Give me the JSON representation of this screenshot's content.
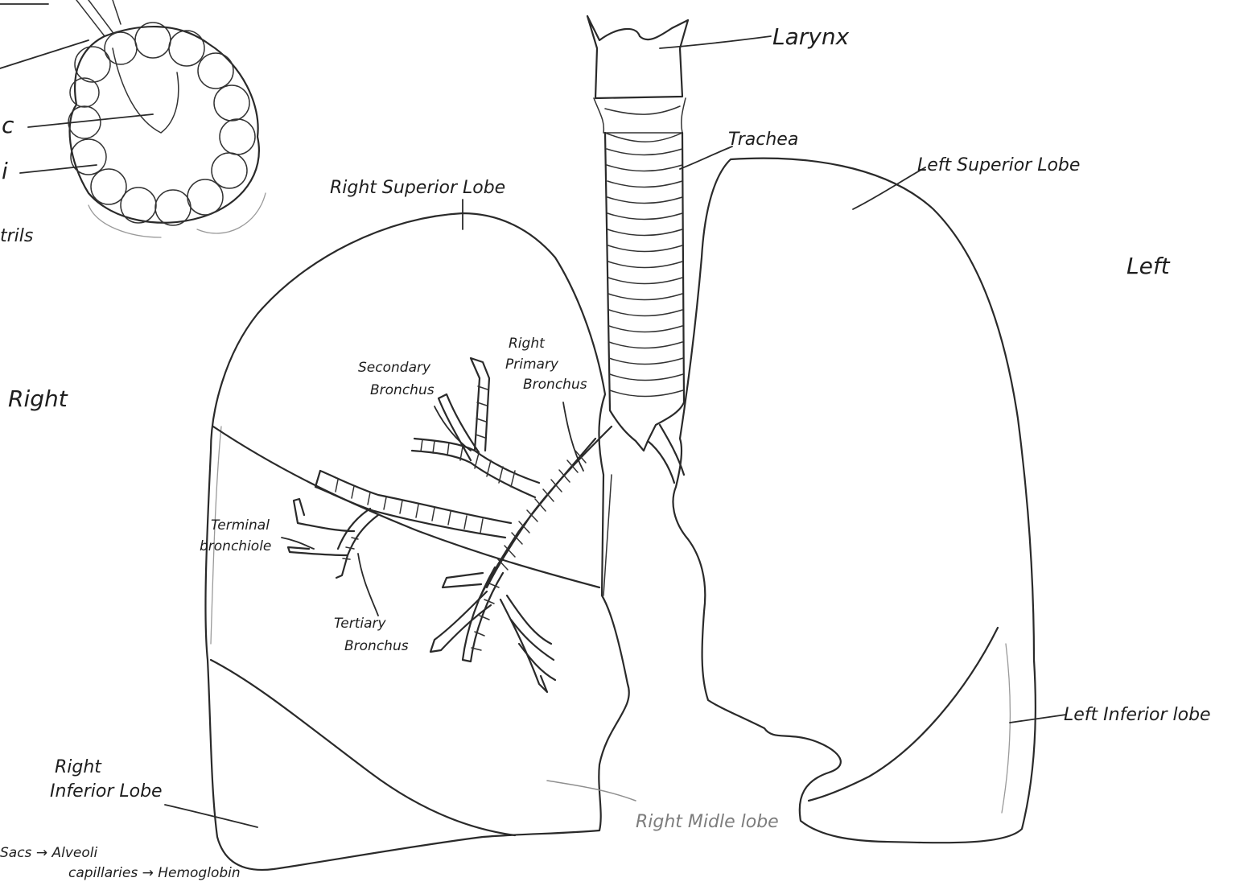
{
  "labels": {
    "larynx": "Larynx",
    "trachea": "Trachea",
    "right_superior_lobe": "Right Superior Lobe",
    "left_superior_lobe": "Left Superior Lobe",
    "left": "Left",
    "right": "Right",
    "secondary_line1": "Secondary",
    "secondary_line2": "Bronchus",
    "right_primary_line1": "Right",
    "right_primary_line2": "Primary",
    "right_primary_line3": "Bronchus",
    "terminal_line1": "Terminal",
    "terminal_line2": "bronchiole",
    "tertiary_line1": "Tertiary",
    "tertiary_line2": "Bronchus",
    "left_inferior_lobe": "Left Inferior lobe",
    "right_inferior_line1": "Right",
    "right_inferior_line2": "Inferior Lobe",
    "right_middle_lobe": "Right Midle lobe",
    "alveolar_c_fragment": "c",
    "alveolar_i_fragment": "i",
    "nostrils_fragment": "trils",
    "sacs_alveoli": "Sacs → Alveoli",
    "capillaries_hemoglobin": "capillaries → Hemoglobin"
  }
}
